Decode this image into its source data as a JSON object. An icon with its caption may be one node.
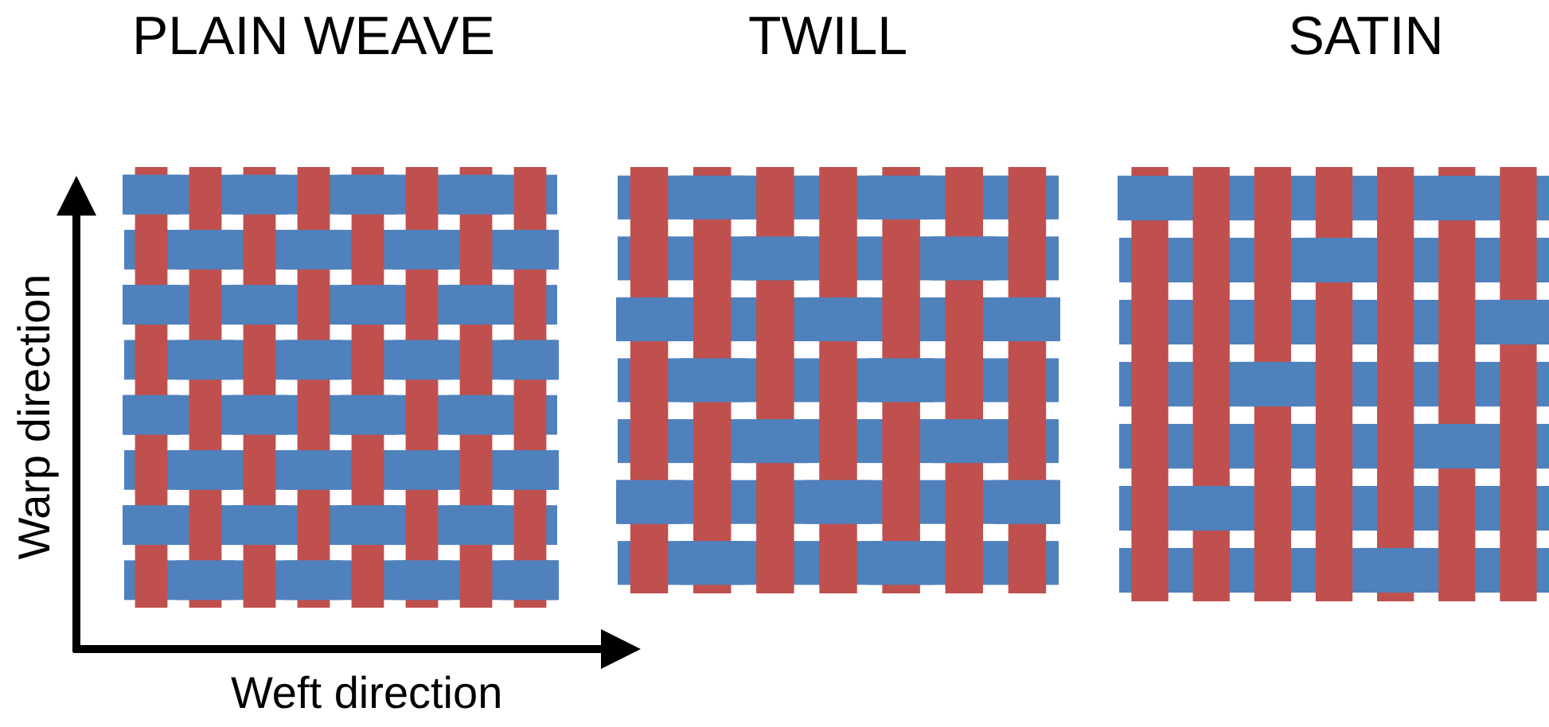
{
  "diagram": {
    "labels": [
      "PLAIN WEAVE",
      "TWILL",
      "SATIN",
      "Warp direction",
      "Weft direction"
    ]
  }
}
